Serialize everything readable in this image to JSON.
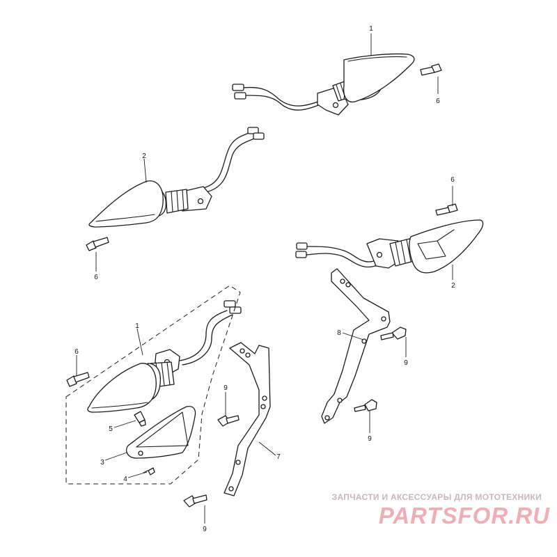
{
  "diagram": {
    "callouts": {
      "c1_top": "1",
      "c1_bottom": "1",
      "c2_left": "2",
      "c2_right": "2",
      "c3": "3",
      "c4": "4",
      "c5": "5",
      "c6_top_right": "6",
      "c6_mid_left": "6",
      "c6_mid_right": "6",
      "c6_bottom_left": "6",
      "c7": "7",
      "c8": "8",
      "c9_a": "9",
      "c9_b": "9",
      "c9_c": "9",
      "c9_d": "9"
    }
  },
  "watermark": {
    "tagline": "ЗАПЧАСТИ И АКСЕССУАРЫ ДЛЯ МОТОТЕХНИКИ",
    "logo_text": "PARTSFOR.RU"
  }
}
